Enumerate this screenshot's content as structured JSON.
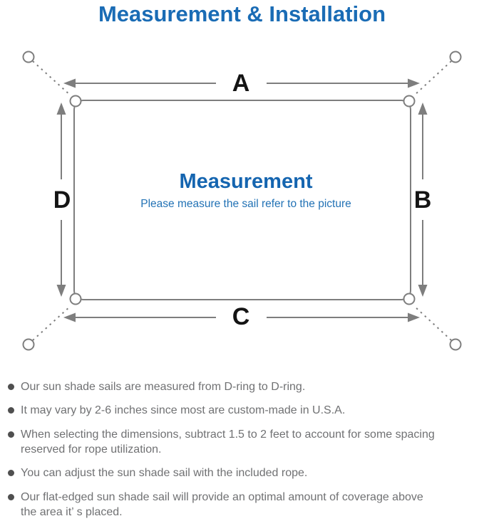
{
  "page_title": "Measurement & Installation",
  "diagram": {
    "labels": {
      "a": "A",
      "b": "B",
      "c": "C",
      "d": "D"
    },
    "center_heading": "Measurement",
    "center_subtitle": "Please measure the sail refer to the picture"
  },
  "notes": [
    {
      "lines": [
        "Our sun shade sails are measured from D-ring to D-ring."
      ]
    },
    {
      "lines": [
        "It may vary by 2-6 inches since most are custom-made in U.S.A."
      ]
    },
    {
      "lines": [
        "When selecting the dimensions, subtract 1.5 to 2 feet to account for some spacing",
        "reserved for rope utilization."
      ]
    },
    {
      "lines": [
        "You can adjust the sun shade sail with the included rope."
      ]
    },
    {
      "lines": [
        "Our flat-edged sun shade sail will provide an optimal amount of coverage above",
        "the area it’ s placed."
      ]
    }
  ],
  "colors": {
    "title_blue": "#1a6cb5",
    "heading_blue": "#1565b0",
    "subtitle_blue": "#2272b5",
    "line_gray": "#7e7e7e",
    "label_black": "#141414",
    "note_gray": "#707173"
  }
}
